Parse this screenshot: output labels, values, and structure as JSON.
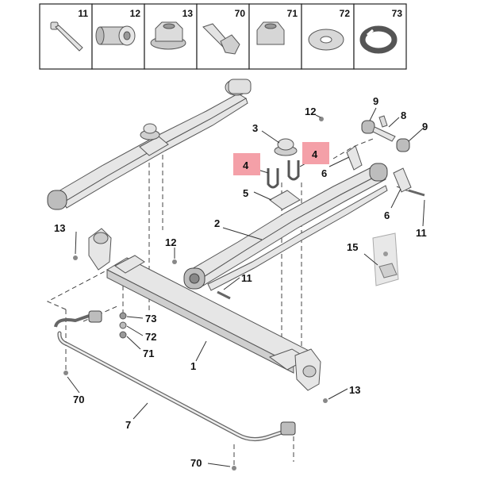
{
  "header_parts": [
    {
      "code": "11",
      "icon": "bolt-icon"
    },
    {
      "code": "12",
      "icon": "bushing-icon"
    },
    {
      "code": "13",
      "icon": "flange-nut-icon"
    },
    {
      "code": "70",
      "icon": "flange-bolt-icon"
    },
    {
      "code": "71",
      "icon": "nut-icon"
    },
    {
      "code": "72",
      "icon": "flat-washer-icon"
    },
    {
      "code": "73",
      "icon": "spring-washer-icon"
    }
  ],
  "callouts": {
    "c1": "1",
    "c2": "2",
    "c3": "3",
    "c4a": "4",
    "c4b": "4",
    "c5": "5",
    "c6a": "6",
    "c6b": "6",
    "c7": "7",
    "c8": "8",
    "c9a": "9",
    "c9b": "9",
    "c11a": "11",
    "c11b": "11",
    "c12a": "12",
    "c12b": "12",
    "c13a": "13",
    "c13b": "13",
    "c15": "15",
    "c70a": "70",
    "c70b": "70",
    "c71": "71",
    "c72": "72",
    "c73": "73"
  },
  "highlight_color": "#f4a0a8"
}
